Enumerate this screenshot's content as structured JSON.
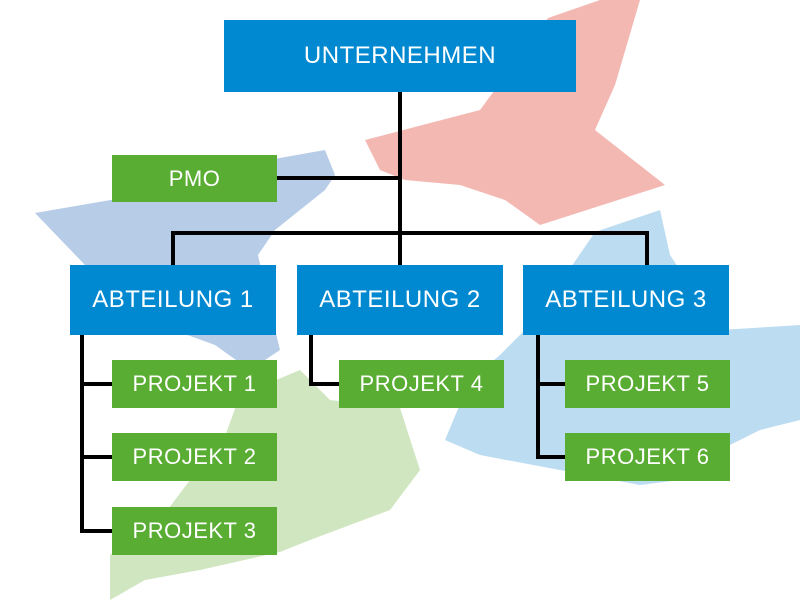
{
  "colors": {
    "node_blue": "#0088d1",
    "node_green": "#5aad33",
    "connector": "#000000",
    "bg_red": "#f4b8b2",
    "bg_blue_dark": "#b7cce6",
    "bg_blue_light": "#bcdcf1",
    "bg_green": "#cfe6c0"
  },
  "org": {
    "root": "UNTERNEHMEN",
    "pmo": "PMO",
    "departments": [
      "ABTEILUNG 1",
      "ABTEILUNG 2",
      "ABTEILUNG 3"
    ],
    "projects": [
      "PROJEKT 1",
      "PROJEKT 2",
      "PROJEKT 3",
      "PROJEKT 4",
      "PROJEKT 5",
      "PROJEKT 6"
    ]
  }
}
